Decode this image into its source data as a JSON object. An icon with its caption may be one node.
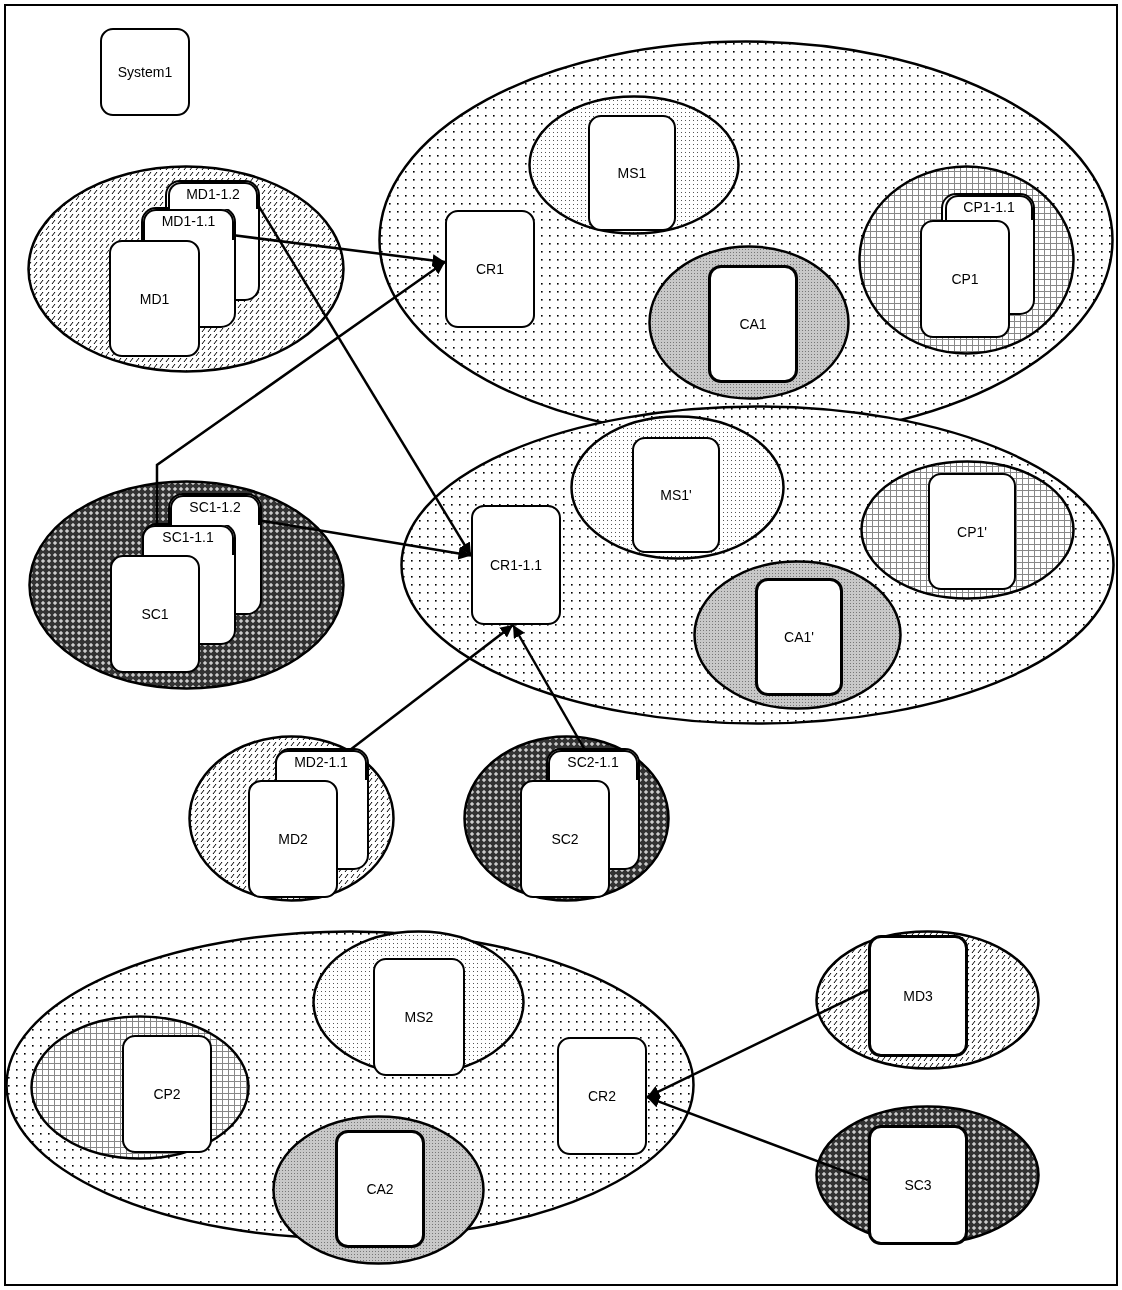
{
  "diagram": {
    "nodes": [
      {
        "text": [
          "System1"
        ]
      },
      {
        "text": [],
        "shape": "ellipse"
      },
      {
        "text": [
          "MD1-1.2"
        ],
        "in": 1
      },
      {
        "text": [
          "MD1-1.1"
        ],
        "in": 1
      },
      {
        "text": [
          "MD1"
        ],
        "in": 1
      },
      {
        "text": [],
        "shape": "ellipse"
      },
      {
        "text": [],
        "shape": "ellipse",
        "in": 5
      },
      {
        "text": [
          "MS1"
        ],
        "in": 6
      },
      {
        "text": [
          "CR1"
        ],
        "in": 5
      },
      {
        "text": [],
        "shape": "ellipse",
        "in": 5
      },
      {
        "text": [
          "CP1-1.1"
        ],
        "in": 9
      },
      {
        "text": [
          "CP1"
        ],
        "in": 9
      },
      {
        "text": [],
        "shape": "ellipse",
        "in": 5
      },
      {
        "text": [
          "CA1"
        ],
        "in": 12
      },
      {
        "text": [],
        "shape": "ellipse"
      },
      {
        "text": [],
        "shape": "ellipse",
        "in": 14
      },
      {
        "text": [
          "MS1'"
        ],
        "in": 15
      },
      {
        "text": [
          "CR1-1.1"
        ],
        "in": 14
      },
      {
        "text": [],
        "shape": "ellipse",
        "in": 14
      },
      {
        "text": [
          "CP1'"
        ],
        "in": 18
      },
      {
        "text": [],
        "shape": "ellipse",
        "in": 14
      },
      {
        "text": [
          "CA1'"
        ],
        "in": 20
      },
      {
        "text": [],
        "shape": "ellipse"
      },
      {
        "text": [
          "SC1-1.2"
        ],
        "in": 22
      },
      {
        "text": [
          "SC1-1.1"
        ],
        "in": 22
      },
      {
        "text": [
          "SC1"
        ],
        "in": 22
      },
      {
        "text": [],
        "shape": "ellipse"
      },
      {
        "text": [
          "MD2-1.1"
        ],
        "in": 26
      },
      {
        "text": [
          "MD2"
        ],
        "in": 26
      },
      {
        "text": [],
        "shape": "ellipse"
      },
      {
        "text": [
          "SC2-1.1"
        ],
        "in": 29
      },
      {
        "text": [
          "SC2"
        ],
        "in": 29
      },
      {
        "text": [],
        "shape": "ellipse"
      },
      {
        "text": [],
        "shape": "ellipse",
        "in": 32
      },
      {
        "text": [
          "MS2"
        ],
        "in": 33
      },
      {
        "text": [],
        "shape": "ellipse",
        "in": 32
      },
      {
        "text": [
          "CP2"
        ],
        "in": 35
      },
      {
        "text": [
          "CR2"
        ],
        "in": 32
      },
      {
        "text": [],
        "shape": "ellipse",
        "in": 32
      },
      {
        "text": [
          "CA2"
        ],
        "in": 38
      },
      {
        "text": [],
        "shape": "ellipse"
      },
      {
        "text": [
          "MD3"
        ],
        "in": 40
      },
      {
        "text": [],
        "shape": "ellipse"
      },
      {
        "text": [
          "SC3"
        ],
        "in": 42
      }
    ],
    "edges": [
      {
        "from": 3,
        "to": 8,
        "arrow": "to"
      },
      {
        "from": 24,
        "to": 8,
        "arrow": "to"
      },
      {
        "from": 2,
        "to": 17,
        "arrow": "to"
      },
      {
        "from": 23,
        "to": 17,
        "arrow": "to"
      },
      {
        "from": 27,
        "to": 17,
        "arrow": "to"
      },
      {
        "from": 30,
        "to": 17,
        "arrow": "to"
      },
      {
        "from": 41,
        "to": 37,
        "arrow": "to"
      },
      {
        "from": 43,
        "to": 37,
        "arrow": "to"
      }
    ]
  }
}
